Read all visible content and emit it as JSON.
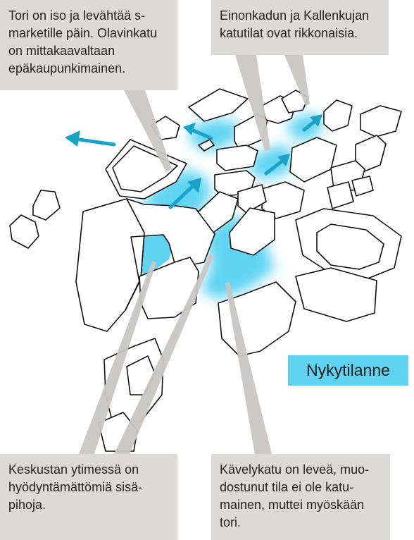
{
  "callouts": {
    "top_left": "Tori on iso ja levähtää s-\nmarketille päin. Olavinkatu\non mittakaavaltaan\nepäkaupunkimainen.",
    "top_right": "Einonkadun ja Kallenkujan\nkatutilat ovat rikkonaisia.",
    "bottom_left": "Keskustan ytimessä on\nhyödyntämättömiä sisä-\npihoja.",
    "bottom_right": "Kävelykatu on leveä, muo-\ndostunut tila ei ole katu-\nmainen, muttei myöskään\ntori."
  },
  "badge": {
    "label": "Nykytilanne"
  },
  "colors": {
    "highlight": "#5ed4f2",
    "arrow": "#1aa3c9",
    "callout_bg": "#dcdad8",
    "pointer": "#c9c7c5",
    "outline": "#111111"
  }
}
